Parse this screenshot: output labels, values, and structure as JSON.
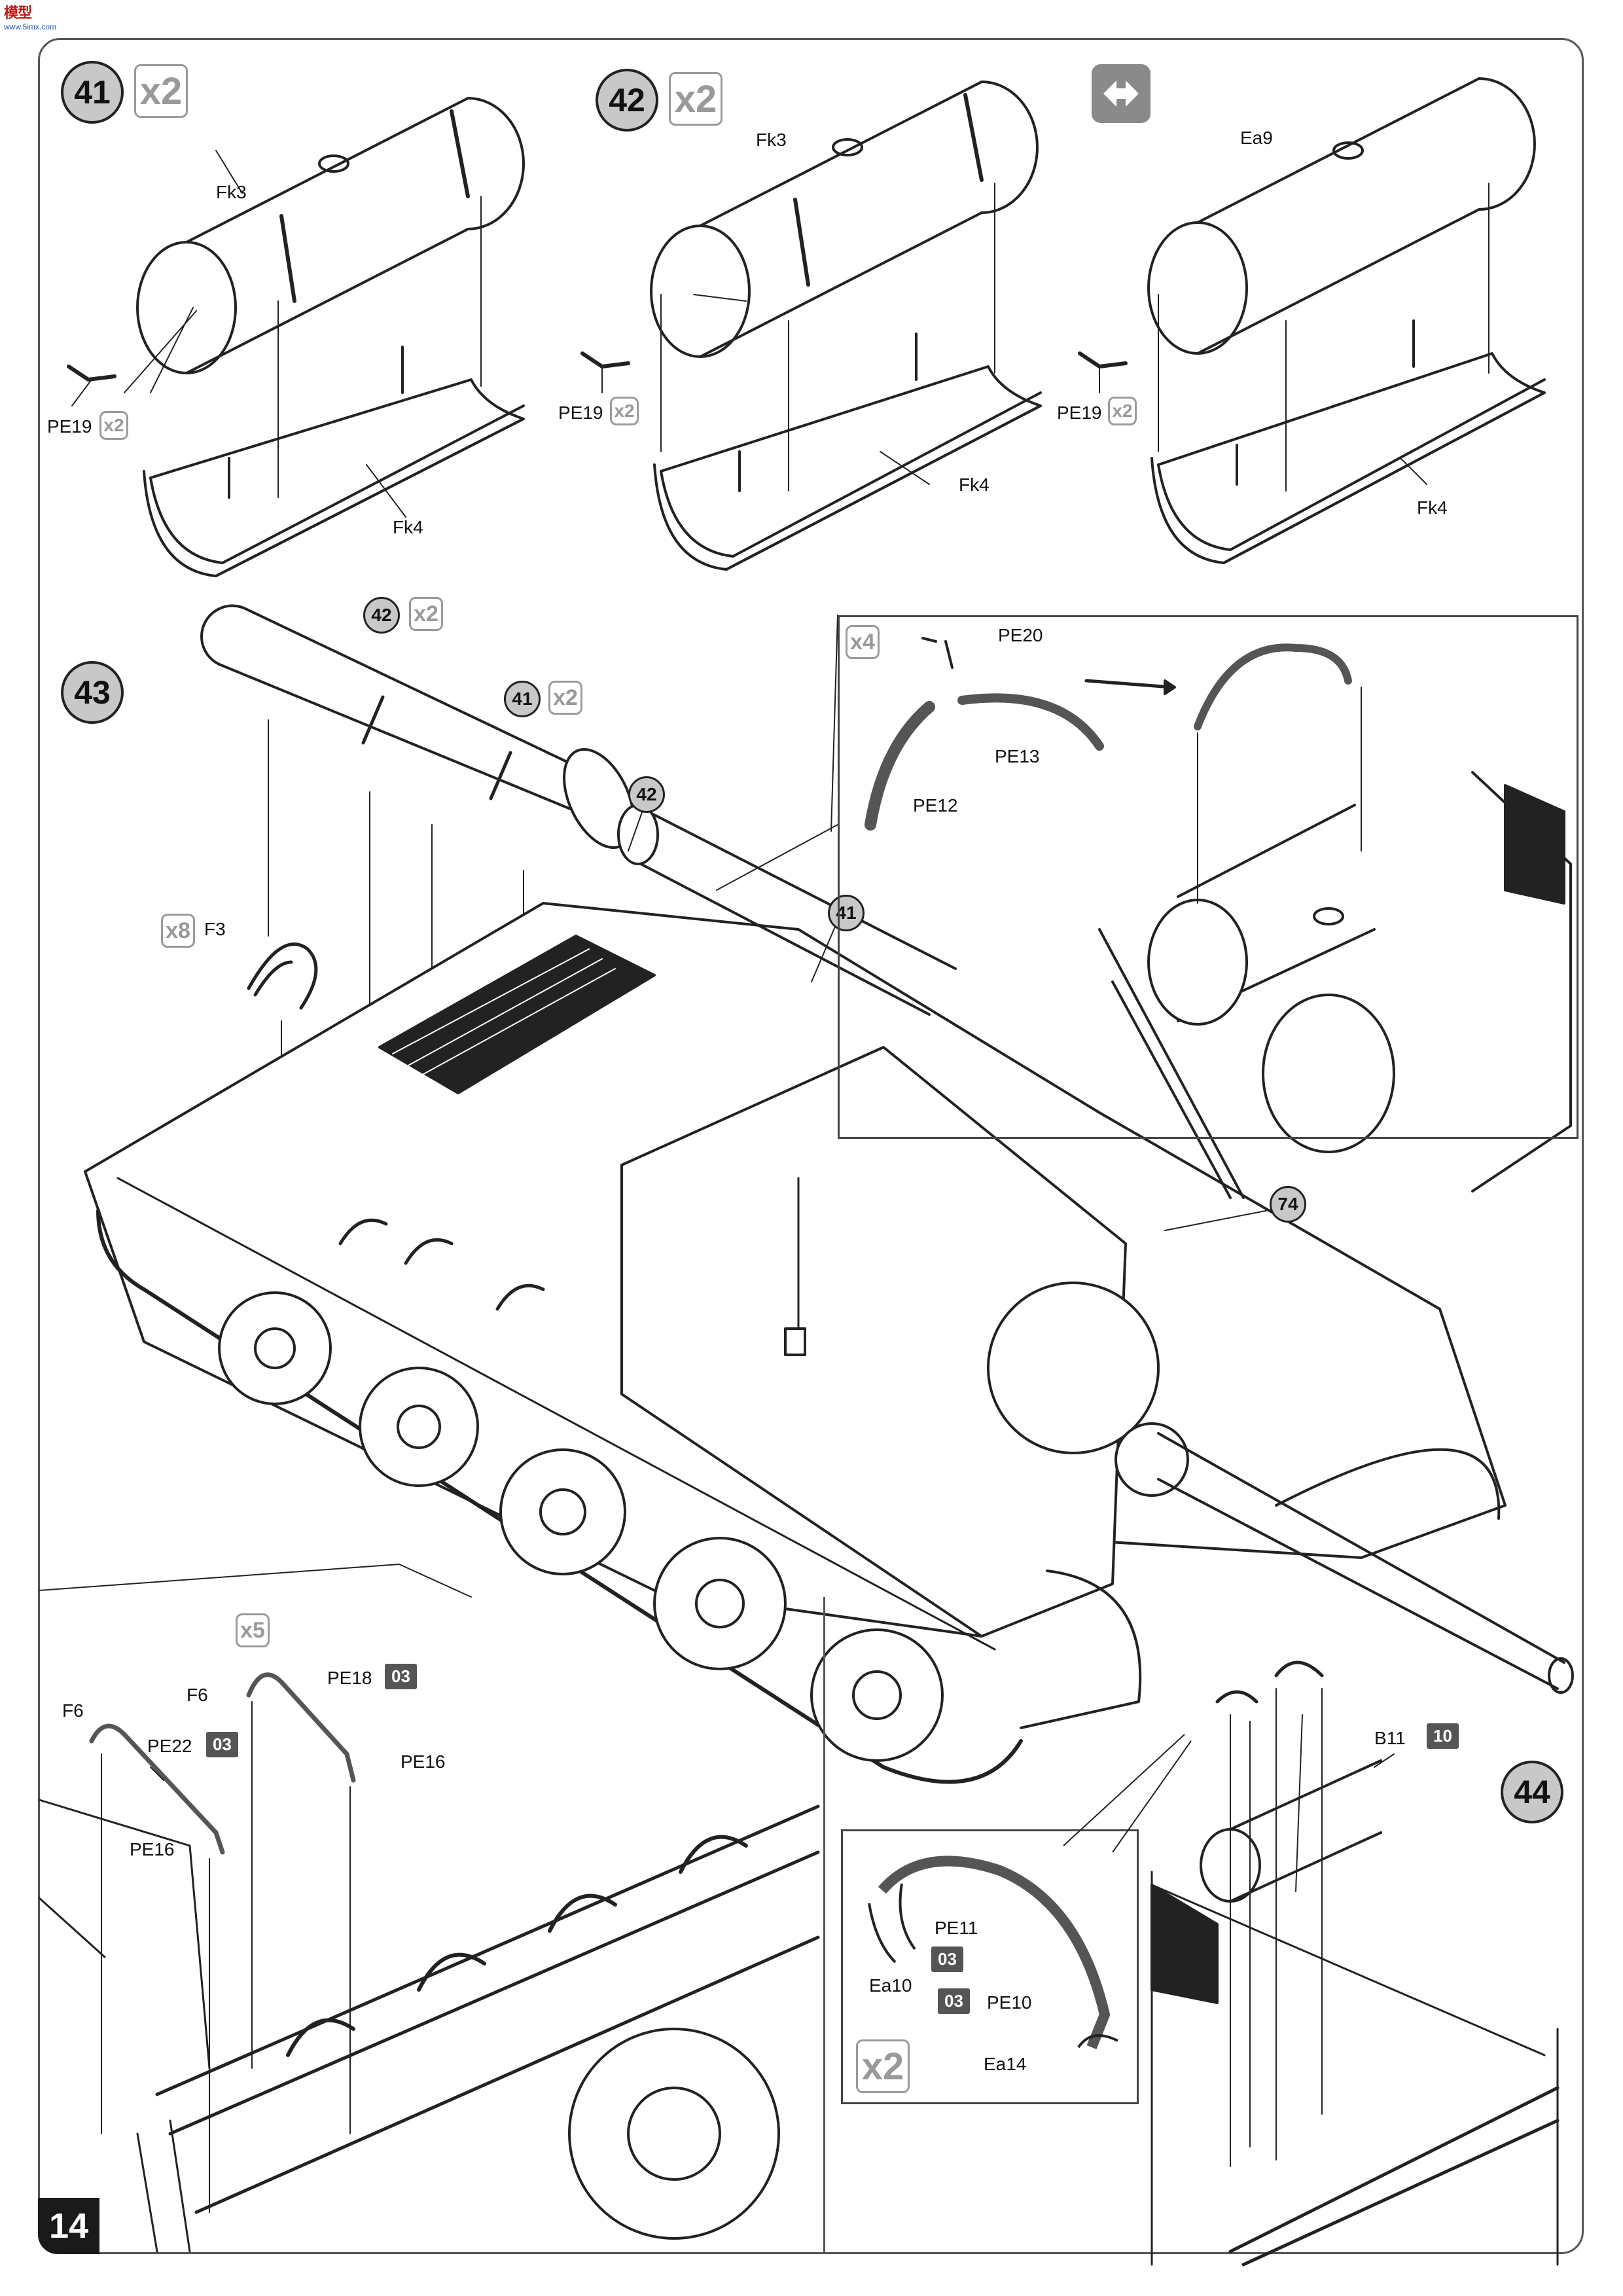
{
  "logo": {
    "text": "模型",
    "sub": "www.5imx.com"
  },
  "page": {
    "number": "14"
  },
  "steps": {
    "s41": {
      "number": "41",
      "qty": "x2"
    },
    "s42": {
      "number": "42",
      "qty": "x2"
    },
    "s43": {
      "number": "43"
    },
    "s44": {
      "number": "44"
    }
  },
  "step41": {
    "top_part": "Fk3",
    "bottom_part": "Fk4",
    "pe_part": "PE19",
    "pe_qty": "x2"
  },
  "step42": {
    "top_part": "Fk3",
    "bottom_part": "Fk4",
    "pe_part": "PE19",
    "pe_qty": "x2"
  },
  "alt_variant": {
    "icon": "alternate-version-icon",
    "top_part": "Ea9",
    "bottom_part": "Fk4",
    "pe_part": "PE19",
    "pe_qty": "x2"
  },
  "step43": {
    "tank_ref_42": "42",
    "tank_ref_42_qty": "x2",
    "tank_ref_41": "41",
    "tank_ref_41_qty": "x2",
    "callout_42": "42",
    "callout_41": "41",
    "callout_74": "74",
    "strap_part": "F3",
    "strap_qty": "x8",
    "inset": {
      "qty": "x4",
      "parts": [
        "PE20",
        "PE13",
        "PE12"
      ]
    }
  },
  "bottom_left": {
    "qty": "x5",
    "labels": {
      "f6_left": "F6",
      "f6_right": "F6",
      "pe22": "PE22",
      "pe22_paint": "03",
      "pe18": "PE18",
      "pe18_paint": "03",
      "pe16_left": "PE16",
      "pe16_right": "PE16"
    }
  },
  "bottom_inset": {
    "qty": "x2",
    "labels": {
      "pe11": "PE11",
      "pe11_paint": "03",
      "ea10": "Ea10",
      "pe10": "PE10",
      "pe10_paint": "03",
      "ea14": "Ea14"
    }
  },
  "step44": {
    "part": "B11",
    "paint": "10"
  }
}
